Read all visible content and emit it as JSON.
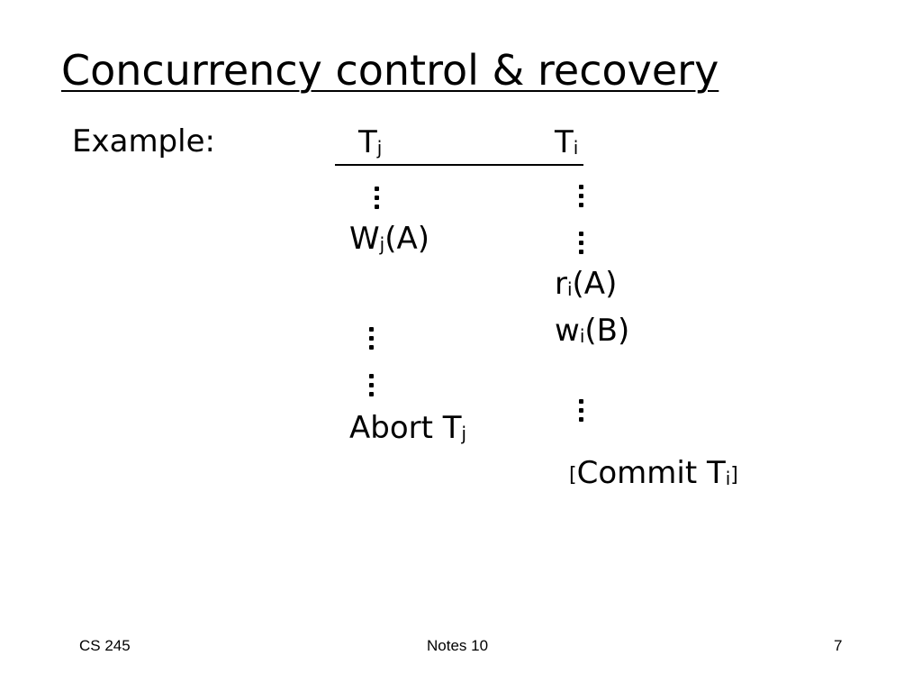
{
  "title": "Concurrency control & recovery",
  "example_label": "Example:",
  "columns": {
    "tj": {
      "base": "T",
      "sub": "j"
    },
    "ti": {
      "base": "T",
      "sub": "i"
    }
  },
  "ops": {
    "wj_a": {
      "base": "W",
      "sub": "j",
      "rest": "(A)"
    },
    "ri_a": {
      "base": "r",
      "sub": "i",
      "rest": "(A)"
    },
    "wi_b": {
      "base": "w",
      "sub": "i",
      "rest": "(B)"
    },
    "abort_tj": {
      "base": "Abort T",
      "sub": "j"
    },
    "commit_ti": {
      "open": "[",
      "base": "Commit T",
      "sub": "i",
      "close": "]"
    }
  },
  "footer": {
    "course": "CS 245",
    "notes": "Notes 10",
    "page": "7"
  }
}
